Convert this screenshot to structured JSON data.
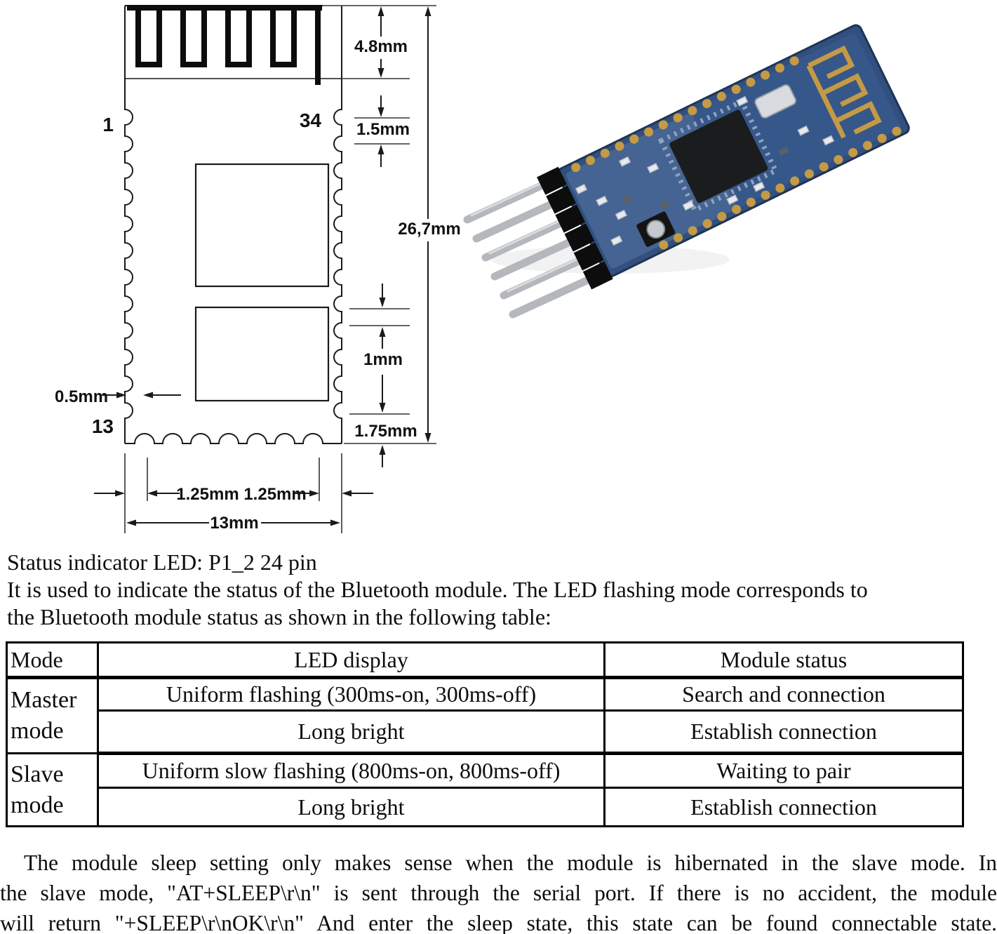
{
  "colors": {
    "pcb_blue": "#31507F",
    "pcb_blue_light": "#3A5D94",
    "pad_gold": "#C59A45",
    "pin_silver": "#B4B8BD",
    "line_black": "#111111"
  },
  "diagram": {
    "pins": {
      "p1": "1",
      "p34": "34",
      "p13": "13"
    },
    "dims": {
      "antenna_height": "4.8mm",
      "pad_gap": "1.5mm",
      "board_height": "26,7mm",
      "mid_gap": "1mm",
      "bottom_gap": "1.75mm",
      "notch_width": "0.5mm",
      "pad_pitch": "1.25mm  1.25mm",
      "board_width": "13mm"
    }
  },
  "intro": {
    "line1": "Status indicator LED: P1_2 24 pin",
    "line2": "It is used to indicate the status of the Bluetooth module. The LED flashing mode corresponds to",
    "line3": "the Bluetooth module status as shown in the following table:"
  },
  "table": {
    "headers": {
      "mode": "Mode",
      "led": "LED display",
      "status": "Module status"
    },
    "rows": [
      {
        "mode": "Master\nmode",
        "led": "Uniform flashing (300ms-on, 300ms-off)",
        "status": "Search and connection"
      },
      {
        "led": "Long bright",
        "status": "Establish connection"
      },
      {
        "mode": "Slave\nmode",
        "led": "Uniform slow flashing (800ms-on, 800ms-off)",
        "status": "Waiting to pair"
      },
      {
        "led": "Long bright",
        "status": "Establish connection"
      }
    ]
  },
  "footer": {
    "line1": "The module sleep setting only makes sense when the module is hibernated in the slave mode. In",
    "line2": "the slave mode, \"AT+SLEEP\\r\\n\" is sent through the serial port. If there is no accident, the module",
    "line3": "will return \"+SLEEP\\r\\nOK\\r\\n\" And enter the sleep state, this state can be found connectable state."
  }
}
